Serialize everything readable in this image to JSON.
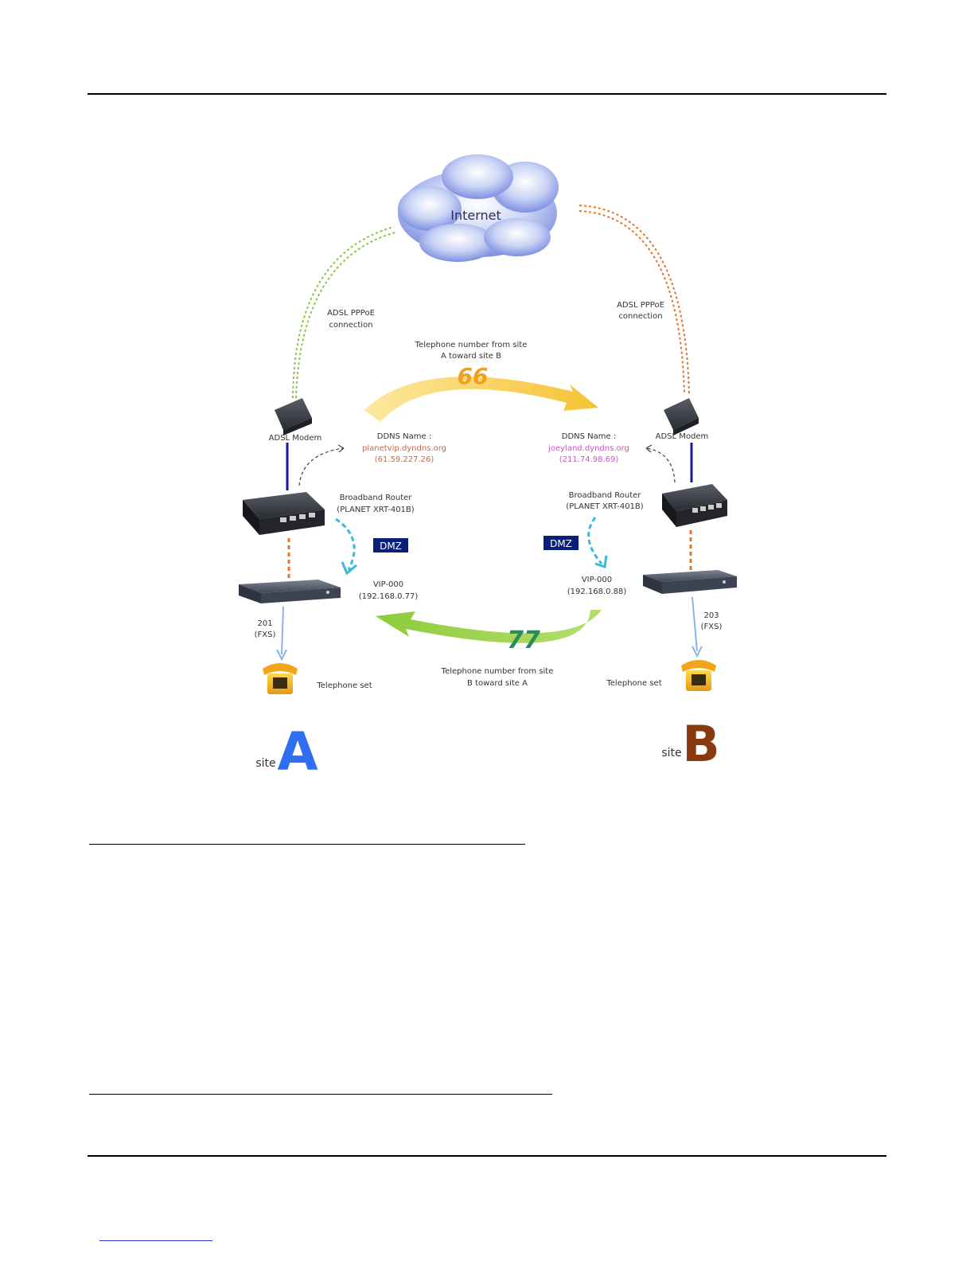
{
  "internet": "Internet",
  "site_a": {
    "adsl_label_1": "ADSL PPPoE",
    "adsl_label_2": "connection",
    "modem": "ADSL Modem",
    "ddns_label": "DDNS Name :",
    "ddns_host": "planetvip.dyndns.org",
    "ddns_ip": "(61.59.227.26)",
    "router_1": "Broadband Router",
    "router_2": "(PLANET XRT-401B)",
    "dmz": "DMZ",
    "vip_1": "VIP-000",
    "vip_2": "(192.168.0.77)",
    "port_1": "201",
    "port_2": "(FXS)",
    "phone": "Telephone set",
    "site_word": "site",
    "site_letter": "A"
  },
  "site_b": {
    "adsl_label_1": "ADSL PPPoE",
    "adsl_label_2": "connection",
    "modem": "ADSL Modem",
    "ddns_label": "DDNS Name :",
    "ddns_host": "joeyland.dyndns.org",
    "ddns_ip": "(211.74.98.69)",
    "router_1": "Broadband Router",
    "router_2": "(PLANET XRT-401B)",
    "dmz": "DMZ",
    "vip_1": "VIP-000",
    "vip_2": "(192.168.0.88)",
    "port_1": "203",
    "port_2": "(FXS)",
    "phone": "Telephone set",
    "site_word": "site",
    "site_letter": "B"
  },
  "call_a_to_b": {
    "line1": "Telephone number from site",
    "line2": "A toward site B",
    "number": "66"
  },
  "call_b_to_a": {
    "line1": "Telephone number from site",
    "line2": "B toward site A",
    "number": "77"
  },
  "colors": {
    "green_link": "#8dc63f",
    "orange_link": "#e8732a",
    "arrow_yellow": "#f7c948",
    "arrow_green": "#a8d65a",
    "site_a": "#2e6ef0",
    "site_b": "#8a3a10",
    "ddns_a": "#c8684a",
    "ddns_b": "#d44fd0",
    "dmz_bg": "#0a1f7a"
  }
}
